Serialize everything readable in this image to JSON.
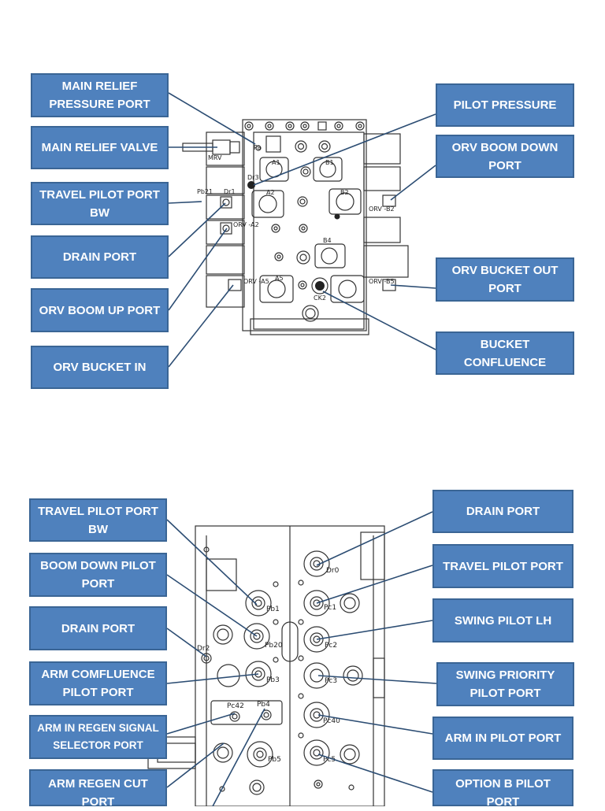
{
  "top_labels": {
    "main_relief_pressure_port": "MAIN RELIEF PRESSURE PORT",
    "main_relief_valve": "MAIN RELIEF VALVE",
    "travel_pilot_port_bw": "TRAVEL PILOT  PORT BW",
    "drain_port": "DRAIN PORT",
    "orv_boom_up_port": "ORV BOOM UP PORT",
    "orv_bucket_in": "ORV BUCKET IN",
    "pilot_pressure": "PILOT PRESSURE",
    "orv_boom_down_port": "ORV  BOOM DOWN PORT",
    "orv_bucket_out_port": "ORV  BUCKET OUT PORT",
    "bucket_confluence": "BUCKET CONFLUENCE"
  },
  "bottom_labels": {
    "travel_pilot_port_bw": "TRAVEL PILOT PORT BW",
    "boom_down_pilot_port": "BOOM DOWN PILOT PORT",
    "drain_port_left": "DRAIN PORT",
    "arm_comfluence_pilot_port": "ARM COMFLUENCE PILOT PORT",
    "arm_in_regen_signal_selector_port": "ARM IN REGEN SIGNAL SELECTOR PORT",
    "arm_regen_cut_port": "ARM REGEN CUT PORT",
    "drain_port_right": "DRAIN PORT",
    "travel_pilot_port": "TRAVEL PILOT PORT",
    "swing_pilot_lh": "SWING PILOT LH",
    "swing_priority_pilot_port": "SWING PRIORITY PILOT PORT",
    "arm_in_pilot_port": "ARM IN PILOT PORT",
    "option_b_pilot_port": "OPTION B PILOT PORT"
  },
  "top_drawing_text": {
    "pa": "Pa",
    "mrv": "MRV",
    "dr3": "Dr3",
    "a1": "A1",
    "b1": "B1",
    "a2": "A2",
    "b2": "B2",
    "pb21": "Pb21",
    "dr1": "Dr1",
    "orv_a2": "ORV -A2",
    "orv_b2": "ORV -B2",
    "b4": "B4",
    "orv_a5": "ORV -A5",
    "a5": "A5",
    "orv_b5": "ORV -B5",
    "ck2": "CK2"
  },
  "bottom_drawing_text": {
    "dr0": "Dr0",
    "pb1": "Pb1",
    "pc1": "Pc1",
    "dr2": "Dr2",
    "pb20": "Pb20",
    "pc2": "Pc2",
    "pb3": "Pb3",
    "pc3": "Pc3",
    "pc42": "Pc42",
    "pb4": "Pb4",
    "pc40": "Pc40",
    "pb5": "Pb5",
    "pc5": "Pc5"
  },
  "colors": {
    "label_fill": "#4f81bd",
    "label_border": "#3a6595",
    "label_text": "#ffffff",
    "leader_line": "#2c4d73",
    "drawing_line": "#333333"
  }
}
